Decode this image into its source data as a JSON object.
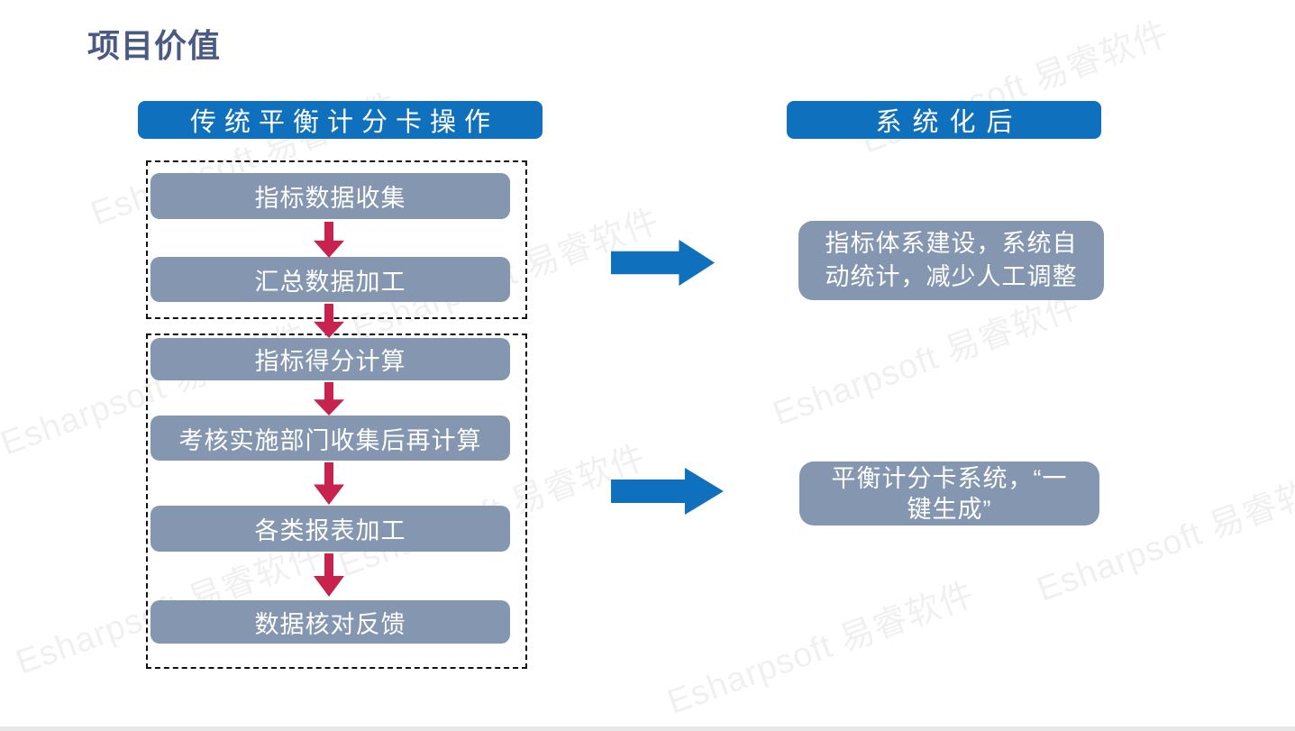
{
  "slide": {
    "title": "项目价值",
    "watermark": "Esharpsoft 易睿软件",
    "colors": {
      "accent_blue": "#0F70BE",
      "box_gray": "#8496B0",
      "arrow_red": "#C8234E",
      "title_color": "#4A5A82"
    }
  },
  "left_flow": {
    "header": "传统平衡计分卡操作",
    "group1": [
      "指标数据收集",
      "汇总数据加工"
    ],
    "group2": [
      "指标得分计算",
      "考核实施部门收集后再计算",
      "各类报表加工",
      "数据核对反馈"
    ]
  },
  "right_results": {
    "header": "系统化后",
    "result1": {
      "line1": "指标体系建设，系统自",
      "line2": "动统计，减少人工调整"
    },
    "result2": {
      "line1": "平衡计分卡系统，“一",
      "line2": "键生成”"
    }
  }
}
